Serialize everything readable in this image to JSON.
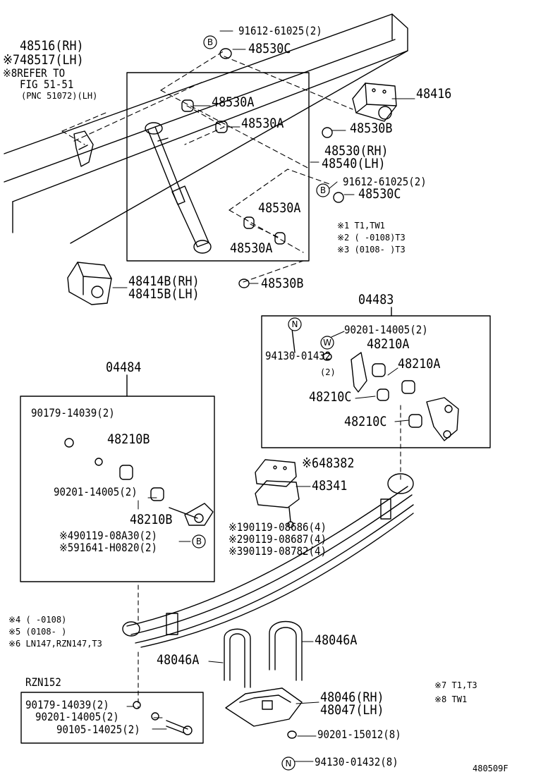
{
  "diagram": {
    "labels": {
      "p48516": "48516(RH)",
      "p48517": "※748517(LH)",
      "refer1": "※8REFER TO",
      "refer2": "FIG 51-51",
      "refer3": "(PNC 51072)(LH)",
      "p91612_top": "91612-61025(2)",
      "p48530c_top": "48530C",
      "p48530a_1": "48530A",
      "p48530a_2": "48530A",
      "p48416": "48416",
      "p48530b_1": "48530B",
      "p48530rh": "48530(RH)",
      "p48540lh": "48540(LH)",
      "p91612_mid": "91612-61025(2)",
      "p48530c_mid": "48530C",
      "p48530a_3": "48530A",
      "p48530a_4": "48530A",
      "p48414b": "48414B(RH)",
      "p48415b": "48415B(LH)",
      "p48530b_2": "48530B",
      "kit04483": "04483",
      "kit04484": "04484",
      "p90201_a": "90201-14005(2)",
      "p94130_a": "94130-01432",
      "p94130_qty": "(2)",
      "p48210a_1": "48210A",
      "p48210a_2": "48210A",
      "p48210c_1": "48210C",
      "p48210c_2": "48210C",
      "p90179_a": "90179-14039(2)",
      "p48210b_1": "48210B",
      "p90201_b": "90201-14005(2)",
      "p48210b_2": "48210B",
      "p90119_a": "※490119-08A30(2)",
      "p91641": "※591641-H0820(2)",
      "p48382": "※648382",
      "p48341": "48341",
      "p90119_1": "※190119-08686(4)",
      "p90119_2": "※290119-08687(4)",
      "p90119_3": "※390119-08782(4)",
      "p48046a_1": "48046A",
      "p48046a_2": "48046A",
      "p48046rh": "48046(RH)",
      "p48047lh": "48047(LH)",
      "p90201_15012": "90201-15012(8)",
      "p94130_b": "94130-01432(8)",
      "rzn": "RZN152",
      "p90179_b": "90179-14039(2)",
      "p90201_c": "90201-14005(2)",
      "p90105": "90105-14025(2)",
      "diagram_id": "480509F",
      "badge_b": "B",
      "badge_n": "N",
      "badge_w": "W"
    },
    "notes_right": [
      "※1 T1,TW1",
      "※2 (    -0108)T3",
      "※3 (0108-    )T3"
    ],
    "notes_left": [
      "※4 (    -0108)",
      "※5 (0108-    )",
      "※6 LN147,RZN147,T3"
    ],
    "notes_bottom_right": [
      "※7 T1,T3",
      "※8 TW1"
    ]
  }
}
